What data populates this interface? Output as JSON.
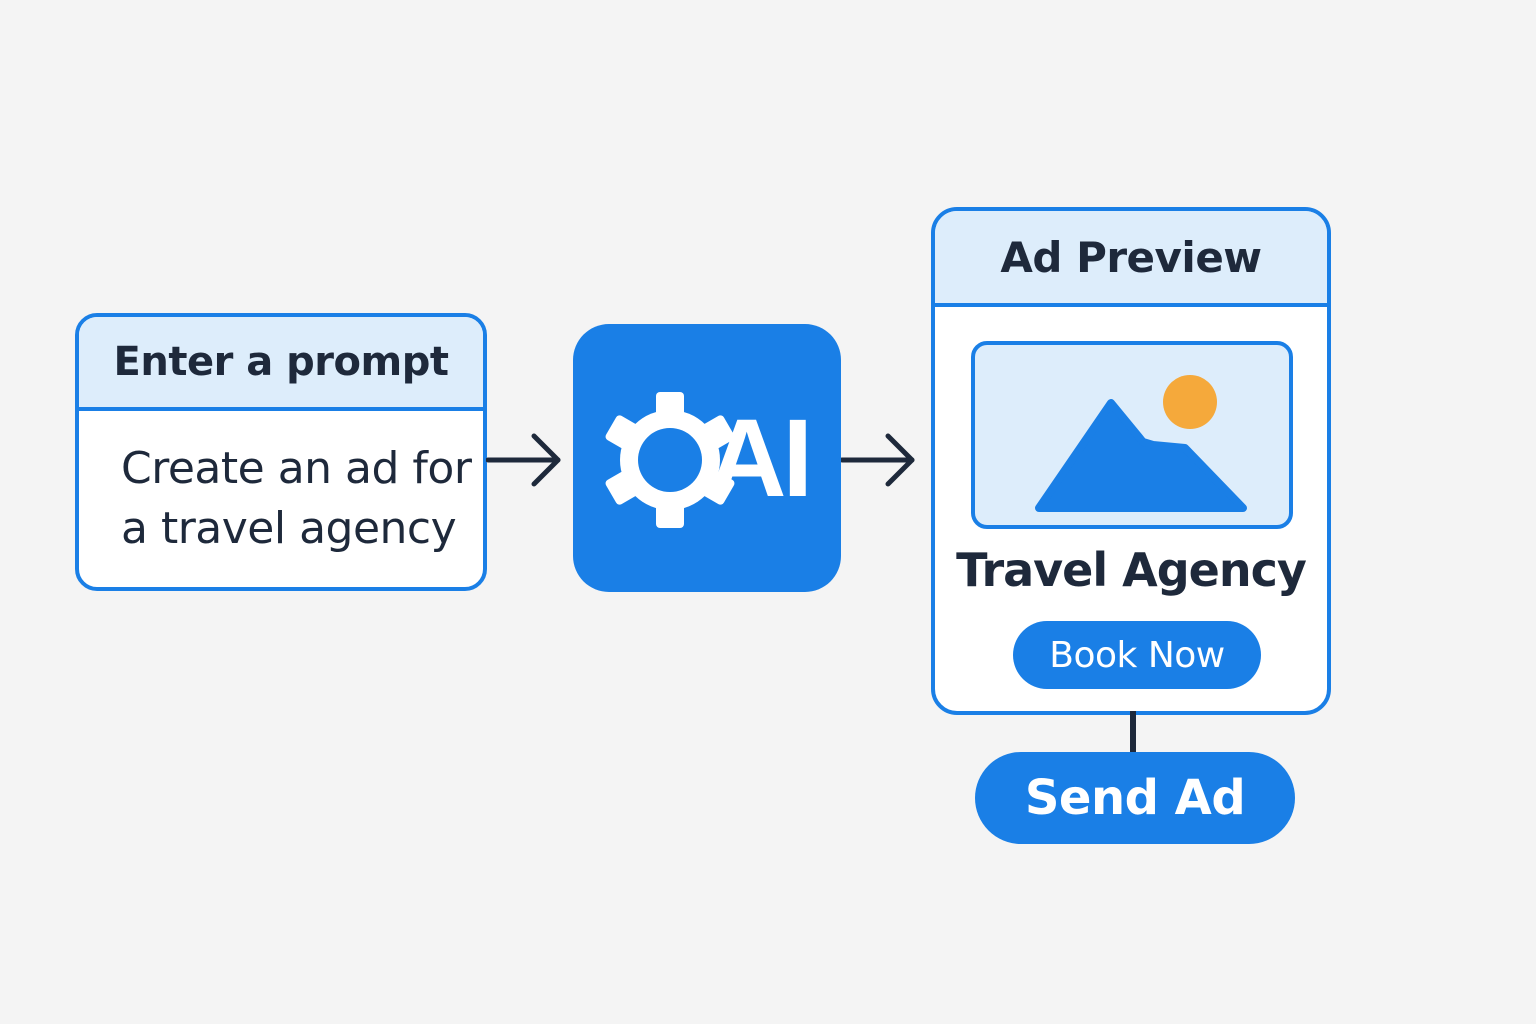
{
  "colors": {
    "background": "#f4f4f4",
    "accent": "#1a7fe6",
    "header_fill": "#ddedfb",
    "text_dark": "#1e293b",
    "sun": "#f5a93b",
    "white": "#ffffff"
  },
  "prompt_card": {
    "title": "Enter a prompt",
    "text": "Create an ad for\na travel agency"
  },
  "ai_block": {
    "icon": "gear-icon",
    "label": "AI"
  },
  "preview_card": {
    "title": "Ad Preview",
    "image_icon": "image-placeholder-icon",
    "headline": "Travel Agency",
    "button_label": "Book Now"
  },
  "send_button": {
    "label": "Send Ad"
  }
}
